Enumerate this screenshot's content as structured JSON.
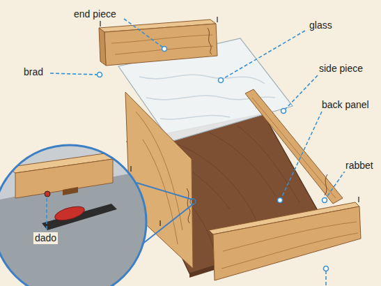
{
  "diagram": {
    "labels": [
      "end piece",
      "glass",
      "brad",
      "side piece",
      "back panel",
      "rabbet",
      "dado"
    ]
  }
}
